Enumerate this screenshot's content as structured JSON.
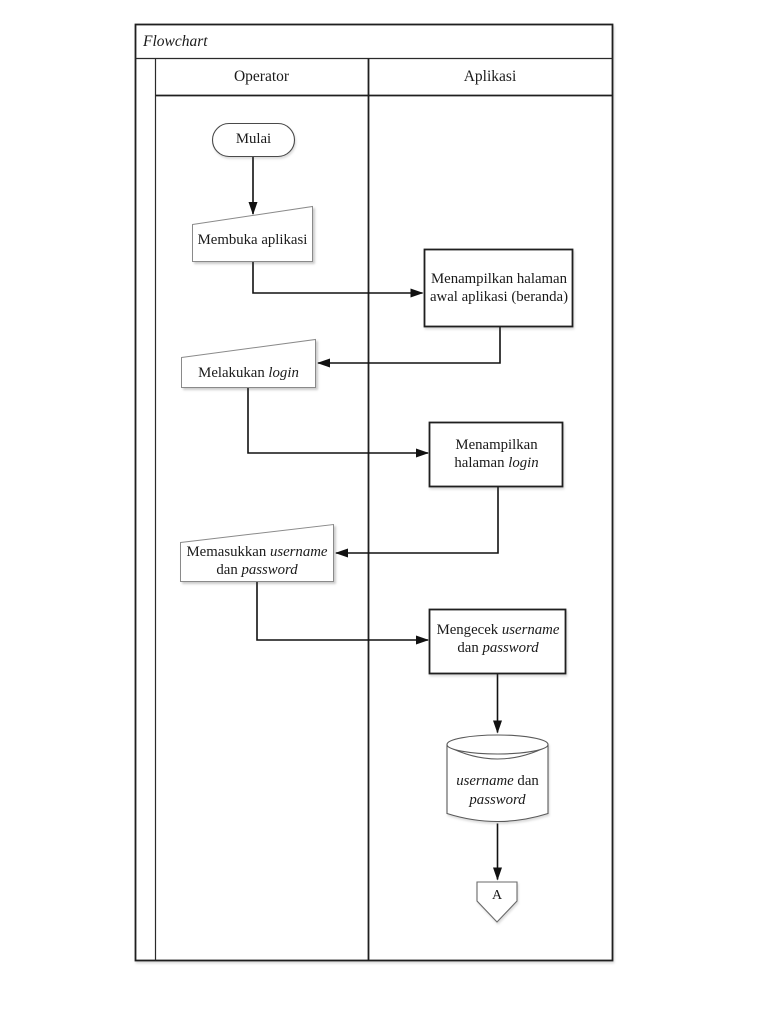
{
  "document": {
    "title": "Flowchart"
  },
  "lanes": {
    "operator": "Operator",
    "aplikasi": "Aplikasi"
  },
  "nodes": {
    "mulai": {
      "shape": "terminator",
      "label": "Mulai"
    },
    "membuka_aplikasi": {
      "shape": "manual-input",
      "label": "Membuka aplikasi"
    },
    "halaman_awal": {
      "shape": "process",
      "line1": "Menampilkan halaman",
      "line2": "awal aplikasi (beranda)"
    },
    "melakukan_login": {
      "shape": "manual-input",
      "text": "Melakukan ",
      "text_italic": "login"
    },
    "halaman_login": {
      "shape": "process",
      "line1": "Menampilkan",
      "line2_text": "halaman ",
      "line2_italic": "login"
    },
    "memasukkan_kredensial": {
      "shape": "manual-input",
      "line1_text": "Memasukkan ",
      "line1_italic": "username",
      "line2_text": "dan ",
      "line2_italic": "password"
    },
    "mengecek_kredensial": {
      "shape": "process",
      "line1_text": "Mengecek ",
      "line1_italic": "username",
      "line2_text": "dan ",
      "line2_italic": "password"
    },
    "db_kredensial": {
      "shape": "database",
      "line1_italic": "username",
      "line1_text": " dan",
      "line2_italic": "password"
    },
    "connector_a": {
      "shape": "offpage-connector",
      "label": "A"
    }
  },
  "edges": [
    {
      "from": "mulai",
      "to": "membuka_aplikasi"
    },
    {
      "from": "membuka_aplikasi",
      "to": "halaman_awal"
    },
    {
      "from": "halaman_awal",
      "to": "melakukan_login"
    },
    {
      "from": "melakukan_login",
      "to": "halaman_login"
    },
    {
      "from": "halaman_login",
      "to": "memasukkan_kredensial"
    },
    {
      "from": "memasukkan_kredensial",
      "to": "mengecek_kredensial"
    },
    {
      "from": "mengecek_kredensial",
      "to": "db_kredensial"
    },
    {
      "from": "db_kredensial",
      "to": "connector_a"
    }
  ],
  "colors": {
    "paper": "#ffffff",
    "ink": "#1a1a1a",
    "process_border": "#1f1f1f",
    "light_shape_border": "#8a8a8a",
    "terminator_border": "#4a4a4a",
    "arrow": "#111111"
  }
}
